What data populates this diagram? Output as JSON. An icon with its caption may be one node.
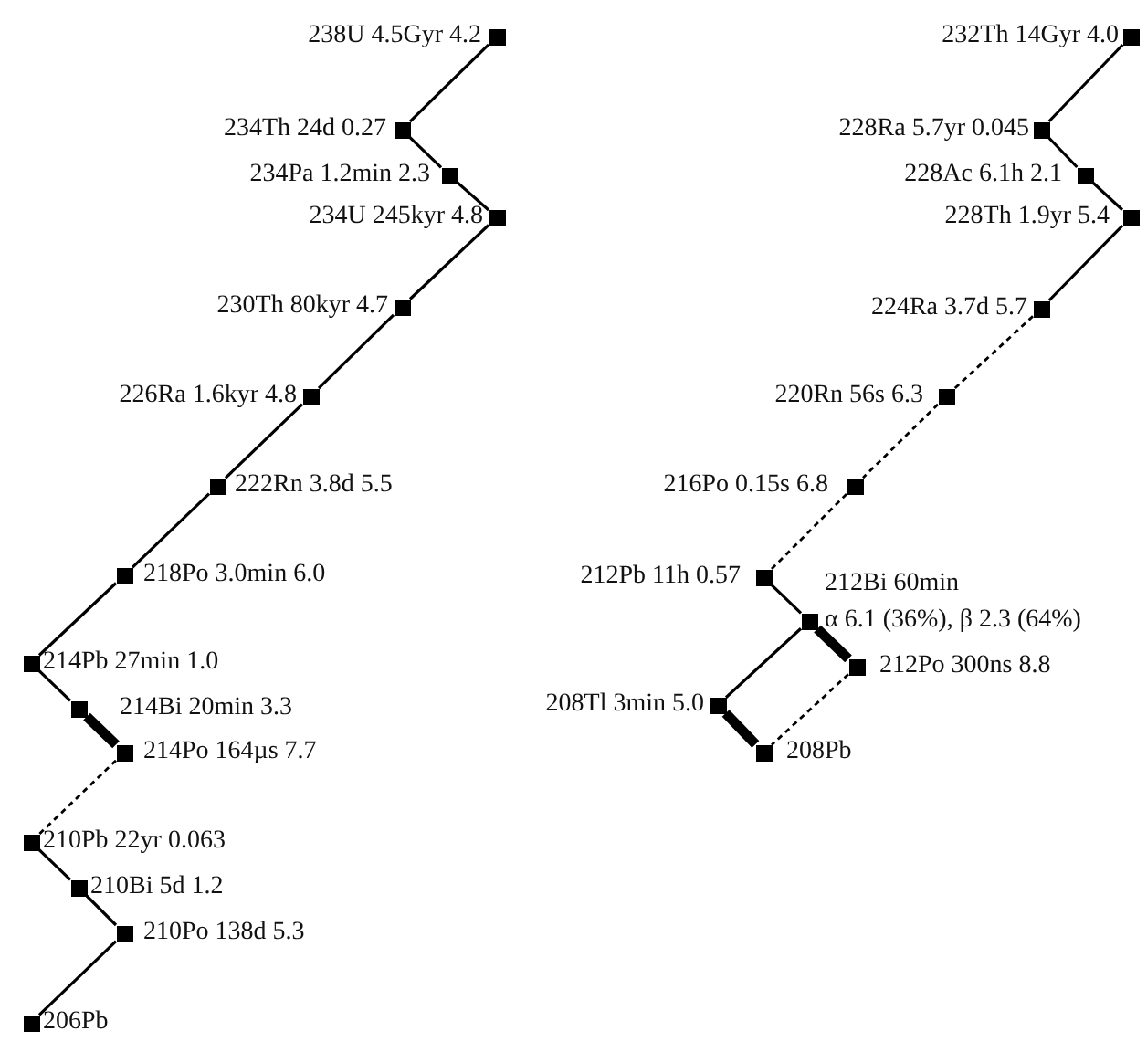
{
  "diagram": {
    "nodes": [
      {
        "text": [],
        "shape": "box",
        "beside": [
          "238U 4.5Gyr 4.2"
        ]
      },
      {
        "text": [],
        "shape": "box",
        "beside": [
          "234Th 24d 0.27"
        ]
      },
      {
        "text": [],
        "shape": "box",
        "beside": [
          "234Pa 1.2min 2.3"
        ]
      },
      {
        "text": [],
        "shape": "box",
        "beside": [
          "234U 245kyr 4.8"
        ]
      },
      {
        "text": [],
        "shape": "box",
        "beside": [
          "230Th 80kyr 4.7"
        ]
      },
      {
        "text": [],
        "shape": "box",
        "beside": [
          "226Ra 1.6kyr 4.8"
        ]
      },
      {
        "text": [],
        "shape": "box",
        "beside": [
          "222Rn 3.8d 5.5"
        ]
      },
      {
        "text": [],
        "shape": "box",
        "beside": [
          "218Po 3.0min 6.0"
        ]
      },
      {
        "text": [],
        "shape": "box",
        "beside": [
          "214Pb 27min 1.0"
        ]
      },
      {
        "text": [],
        "shape": "box",
        "beside": [
          "214Bi 20min 3.3"
        ]
      },
      {
        "text": [],
        "shape": "box",
        "beside": [
          "214Po 164µs 7.7"
        ]
      },
      {
        "text": [],
        "shape": "box",
        "beside": [
          "210Pb 22yr 0.063"
        ]
      },
      {
        "text": [],
        "shape": "box",
        "beside": [
          "210Bi 5d 1.2"
        ]
      },
      {
        "text": [],
        "shape": "box",
        "beside": [
          "210Po 138d 5.3"
        ]
      },
      {
        "text": [],
        "shape": "box",
        "beside": [
          "206Pb"
        ]
      },
      {
        "text": [],
        "shape": "box",
        "beside": [
          "232Th 14Gyr 4.0"
        ]
      },
      {
        "text": [],
        "shape": "box",
        "beside": [
          "228Ra 5.7yr 0.045"
        ]
      },
      {
        "text": [],
        "shape": "box",
        "beside": [
          "228Ac 6.1h 2.1"
        ]
      },
      {
        "text": [],
        "shape": "box",
        "beside": [
          "228Th 1.9yr 5.4"
        ]
      },
      {
        "text": [],
        "shape": "box",
        "beside": [
          "224Ra 3.7d 5.7"
        ]
      },
      {
        "text": [],
        "shape": "box",
        "beside": [
          "220Rn 56s 6.3"
        ]
      },
      {
        "text": [],
        "shape": "box",
        "beside": [
          "216Po 0.15s 6.8"
        ]
      },
      {
        "text": [],
        "shape": "box",
        "beside": [
          "212Pb 11h 0.57"
        ]
      },
      {
        "text": [],
        "shape": "box",
        "beside": [
          "212Bi 60min",
          "α 6.1 (36%), β 2.3 (64%)"
        ]
      },
      {
        "text": [],
        "shape": "box",
        "beside": [
          "212Po 300ns 8.8"
        ]
      },
      {
        "text": [],
        "shape": "box",
        "beside": [
          "208Tl 3min 5.0"
        ]
      },
      {
        "text": [],
        "shape": "box",
        "beside": [
          "208Pb"
        ]
      }
    ],
    "edges": [
      {
        "from": 0,
        "to": 1,
        "arrow": "none"
      },
      {
        "from": 1,
        "to": 2,
        "arrow": "none"
      },
      {
        "from": 2,
        "to": 3,
        "arrow": "none"
      },
      {
        "from": 3,
        "to": 4,
        "arrow": "none"
      },
      {
        "from": 4,
        "to": 5,
        "arrow": "none"
      },
      {
        "from": 5,
        "to": 6,
        "arrow": "none"
      },
      {
        "from": 6,
        "to": 7,
        "arrow": "none"
      },
      {
        "from": 7,
        "to": 8,
        "arrow": "none"
      },
      {
        "from": 8,
        "to": 9,
        "arrow": "none"
      },
      {
        "from": 9,
        "to": 10,
        "arrow": "none",
        "style": "thick"
      },
      {
        "from": 10,
        "to": 11,
        "arrow": "none",
        "style": "dashed"
      },
      {
        "from": 11,
        "to": 12,
        "arrow": "none"
      },
      {
        "from": 12,
        "to": 13,
        "arrow": "none"
      },
      {
        "from": 13,
        "to": 14,
        "arrow": "none"
      },
      {
        "from": 15,
        "to": 16,
        "arrow": "none"
      },
      {
        "from": 16,
        "to": 17,
        "arrow": "none"
      },
      {
        "from": 17,
        "to": 18,
        "arrow": "none"
      },
      {
        "from": 18,
        "to": 19,
        "arrow": "none"
      },
      {
        "from": 19,
        "to": 20,
        "arrow": "none",
        "style": "dashed"
      },
      {
        "from": 20,
        "to": 21,
        "arrow": "none",
        "style": "dashed"
      },
      {
        "from": 21,
        "to": 22,
        "arrow": "none",
        "style": "dashed"
      },
      {
        "from": 22,
        "to": 23,
        "arrow": "none"
      },
      {
        "from": 23,
        "to": 24,
        "arrow": "none",
        "style": "thick"
      },
      {
        "from": 23,
        "to": 25,
        "arrow": "none"
      },
      {
        "from": 24,
        "to": 26,
        "arrow": "none",
        "style": "dashed"
      },
      {
        "from": 25,
        "to": 26,
        "arrow": "none",
        "style": "thick"
      }
    ]
  }
}
